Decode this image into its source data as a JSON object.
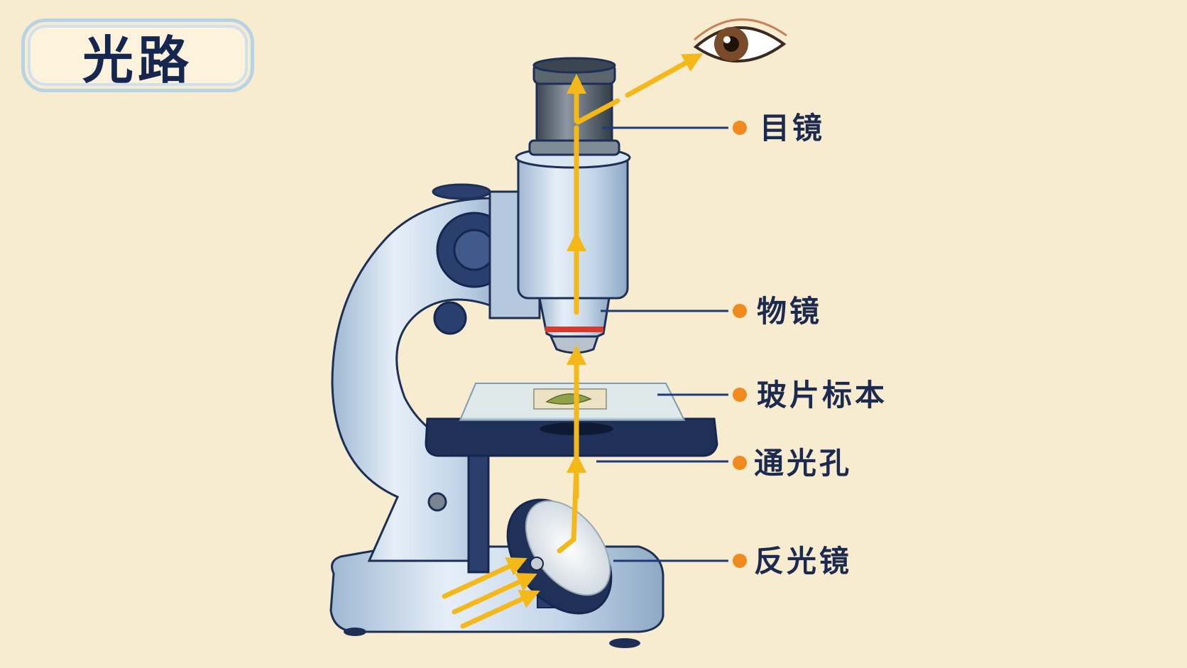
{
  "title": "光路",
  "labels": {
    "eyepiece": "目镜",
    "objective": "物镜",
    "slide": "玻片标本",
    "aperture": "通光孔",
    "mirror": "反光镜"
  },
  "colors": {
    "background": "#f8ecd0",
    "light_path": "#f4b818",
    "pointer": "#1f3a7a",
    "dot": "#f08a1c",
    "metal": "#c8d9ea",
    "dark": "#1d2f55"
  },
  "icons": [
    "eye-icon",
    "light-arrow-icon"
  ]
}
